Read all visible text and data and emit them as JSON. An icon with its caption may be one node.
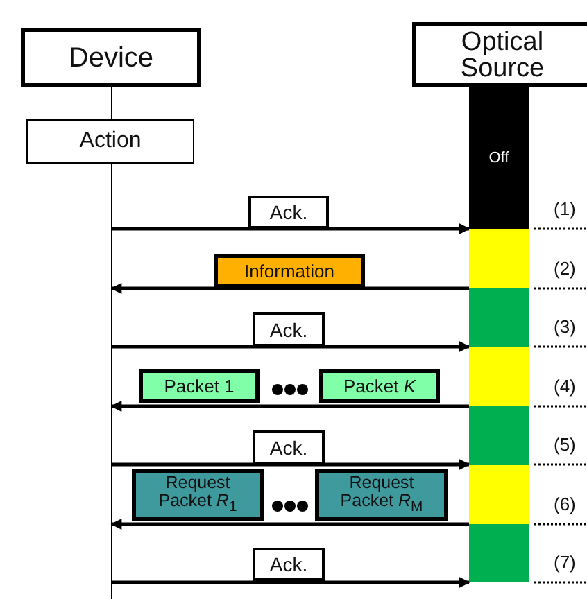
{
  "diagram": {
    "nodes": [
      {
        "text": [
          "Device"
        ]
      },
      {
        "text": [
          "Optical Source"
        ]
      },
      {
        "text": [
          "Action"
        ]
      },
      {
        "text": [
          "Off"
        ]
      },
      {
        "text": [
          "Ack."
        ]
      },
      {
        "text": [],
        "shape": "bar"
      },
      {
        "text": [
          "Information"
        ]
      },
      {
        "text": [],
        "shape": "bar"
      },
      {
        "text": [
          "Ack."
        ]
      },
      {
        "text": [],
        "shape": "bar"
      },
      {
        "text": [
          "Packet 1"
        ]
      },
      {
        "text": [
          "Packet *K*"
        ]
      },
      {
        "text": [],
        "shape": "bar"
      },
      {
        "text": [
          "Ack."
        ]
      },
      {
        "text": [],
        "shape": "bar"
      },
      {
        "text": [
          "Request Packet *R*$_{1}$"
        ]
      },
      {
        "text": [
          "Request Packet *R*$_{M}$"
        ]
      },
      {
        "text": [],
        "shape": "bar"
      },
      {
        "text": [
          "Ack."
        ]
      },
      {
        "text": [],
        "shape": "line"
      }
    ],
    "edges": [
      {
        "from": 19,
        "to": 3,
        "arrow": "to"
      },
      {
        "from": 5,
        "to": 19,
        "arrow": "to"
      },
      {
        "from": 19,
        "to": 7,
        "arrow": "to"
      },
      {
        "from": 9,
        "to": 19,
        "arrow": "to"
      },
      {
        "from": 19,
        "to": 12,
        "arrow": "to"
      },
      {
        "from": 14,
        "to": 19,
        "arrow": "to"
      },
      {
        "from": 19,
        "to": 17,
        "arrow": "to"
      }
    ],
    "labels": [
      "(1)",
      "(2)",
      "(3)",
      "(4)",
      "(5)",
      "(6)",
      "(7)"
    ]
  }
}
